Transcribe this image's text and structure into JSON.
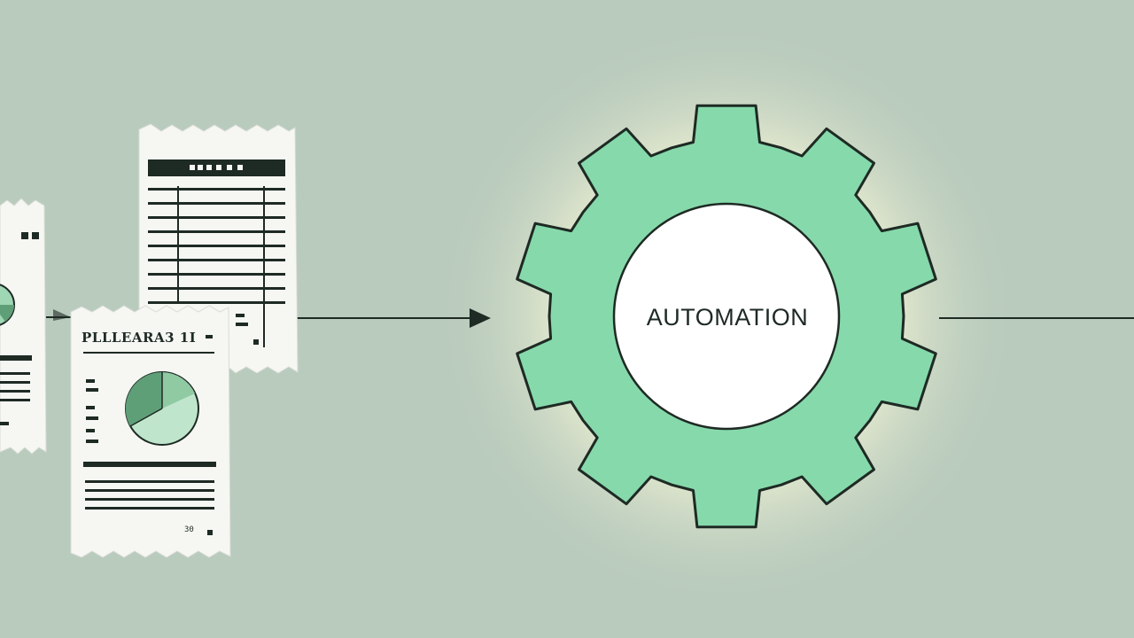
{
  "diagram": {
    "center_label": "AUTOMATION",
    "doc_heading": "PLLLEARA3 1I",
    "doc_footnote": "30"
  },
  "colors": {
    "background": "#b9cbbd",
    "gear_fill": "#86d9ab",
    "gear_dark": "#3d6b52",
    "paper": "#f6f7f3",
    "ink": "#1e2a24",
    "glow": "#f4f3d6"
  },
  "icons": [
    "gear-icon",
    "document-icon",
    "pie-chart-icon",
    "arrow-right-icon"
  ]
}
